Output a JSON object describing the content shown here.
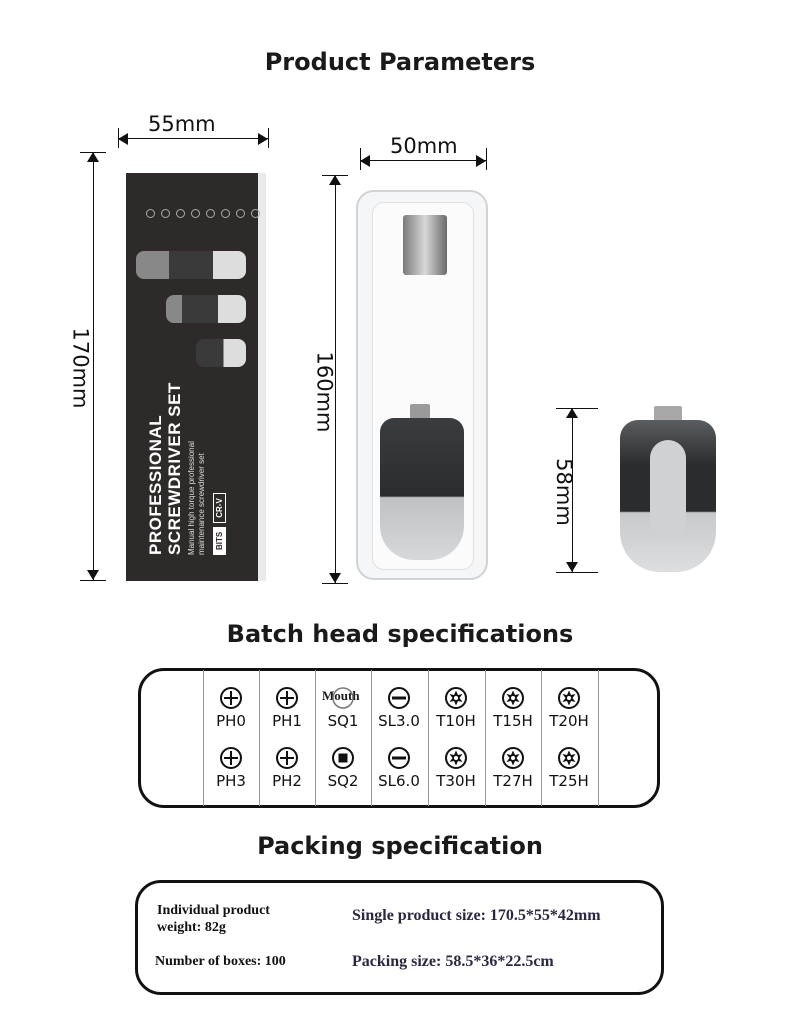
{
  "titles": {
    "product_parameters": "Product Parameters",
    "batch_head": "Batch head specifications",
    "packing": "Packing specification"
  },
  "dimensions": {
    "box_width": "55mm",
    "box_height": "170mm",
    "case_width": "50mm",
    "case_height": "160mm",
    "driver_height": "58mm"
  },
  "box_print": {
    "line1": "PROFESSIONAL",
    "line2": "SCREWDRIVER SET",
    "sub1": "Manual high torque professional",
    "sub2": "maintenance screwdriver set",
    "badge1": "BITS",
    "badge2": "CR-V"
  },
  "bits": {
    "mouth_label": "Mouth",
    "row1": [
      {
        "label": "PH0",
        "icon": "phillips-icon"
      },
      {
        "label": "PH1",
        "icon": "phillips-icon"
      },
      {
        "label": "SQ1",
        "icon": "square-icon-open"
      },
      {
        "label": "SL3.0",
        "icon": "slotted-icon"
      },
      {
        "label": "T10H",
        "icon": "torx-icon"
      },
      {
        "label": "T15H",
        "icon": "torx-icon"
      },
      {
        "label": "T20H",
        "icon": "torx-icon"
      }
    ],
    "row2": [
      {
        "label": "PH3",
        "icon": "phillips-icon"
      },
      {
        "label": "PH2",
        "icon": "phillips-icon"
      },
      {
        "label": "SQ2",
        "icon": "square-icon"
      },
      {
        "label": "SL6.0",
        "icon": "slotted-icon"
      },
      {
        "label": "T30H",
        "icon": "torx-icon"
      },
      {
        "label": "T27H",
        "icon": "torx-icon"
      },
      {
        "label": "T25H",
        "icon": "torx-icon"
      }
    ]
  },
  "packing": {
    "individual_weight_line1": "Individual product",
    "individual_weight_line2": "weight: 82g",
    "number_of_boxes": "Number of boxes: 100",
    "single_size": "Single product size: 170.5*55*42mm",
    "packing_size": "Packing size: 58.5*36*22.5cm"
  },
  "colors": {
    "box": "#2f2a2a",
    "packing_text": "#2a2840"
  }
}
